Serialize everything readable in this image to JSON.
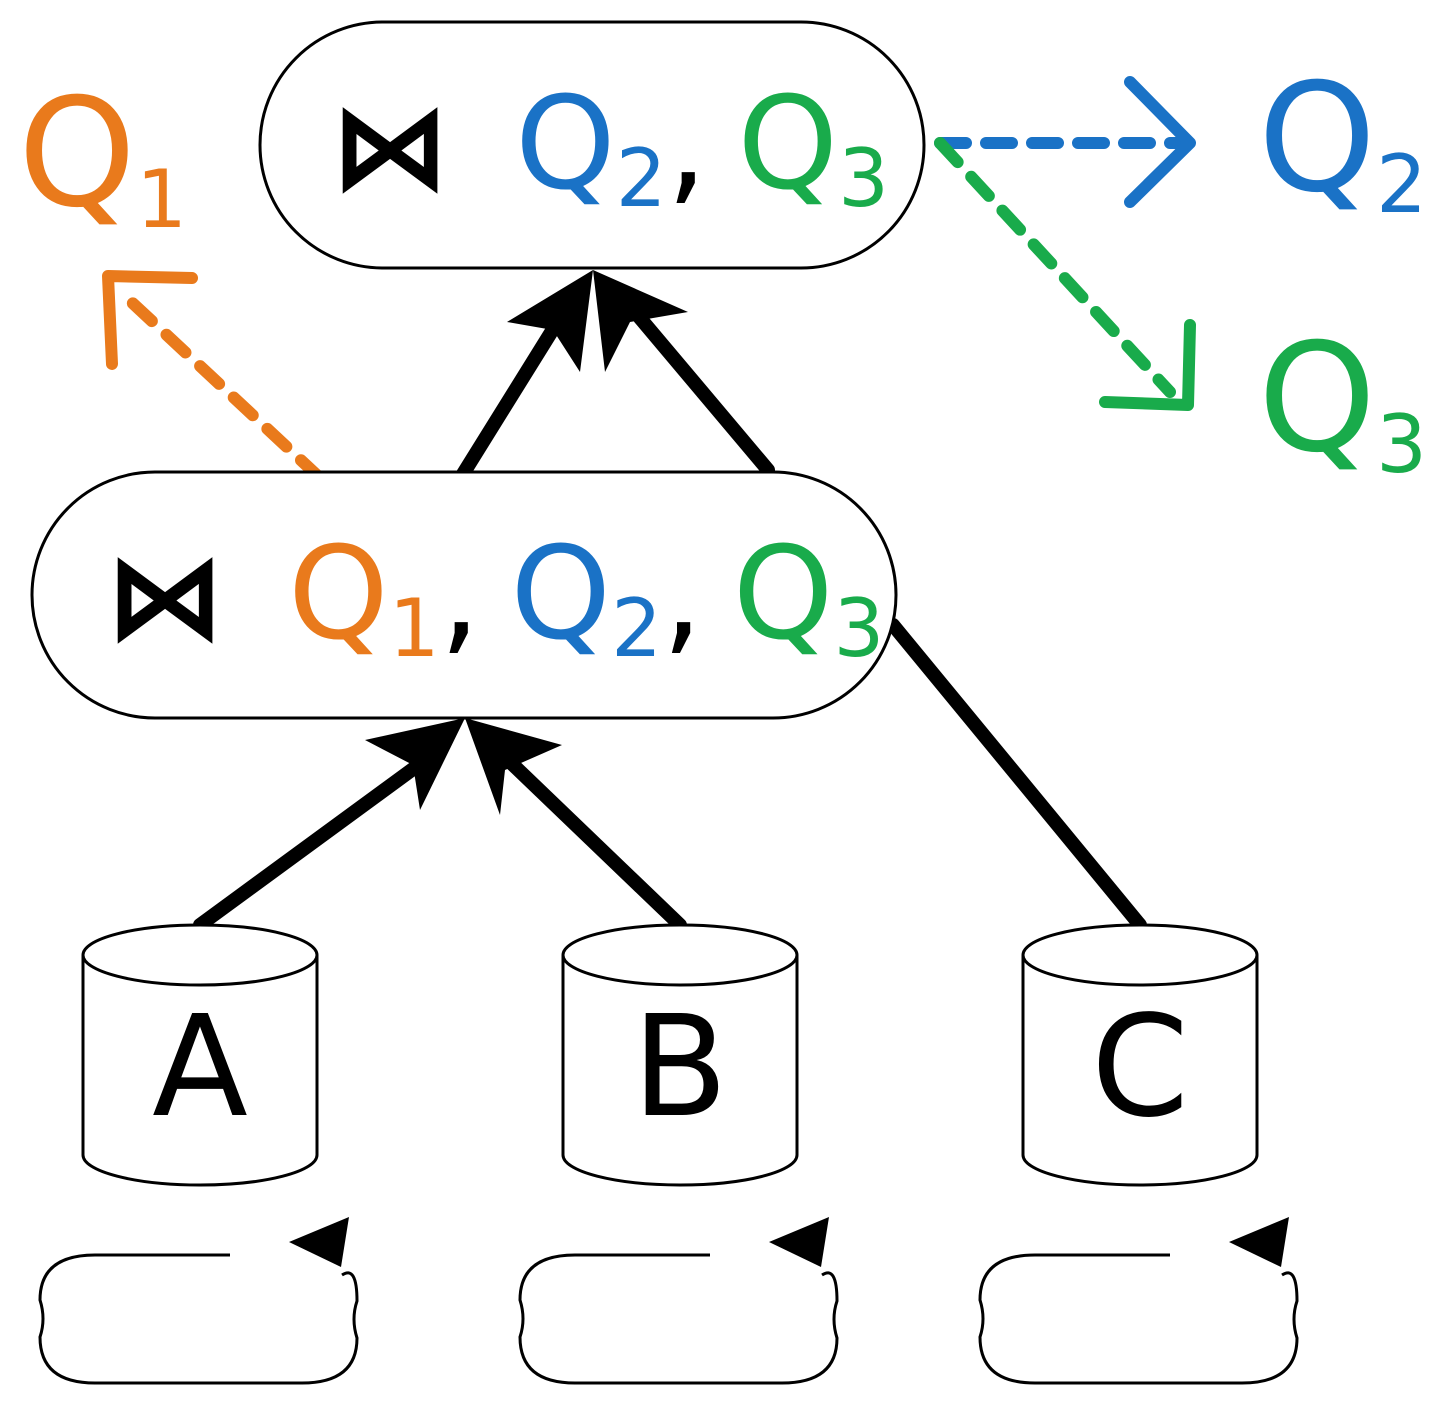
{
  "colors": {
    "q1": "#e97a1c",
    "q2": "#1a72c6",
    "q3": "#19ab4b",
    "stroke": "#000000"
  },
  "symbols": {
    "join": "⋈"
  },
  "top_node": {
    "queries": [
      {
        "letter": "Q",
        "sub": "2",
        "sep": ","
      },
      {
        "letter": "Q",
        "sub": "3",
        "sep": ""
      }
    ]
  },
  "mid_node": {
    "queries": [
      {
        "letter": "Q",
        "sub": "1",
        "sep": ","
      },
      {
        "letter": "Q",
        "sub": "2",
        "sep": ","
      },
      {
        "letter": "Q",
        "sub": "3",
        "sep": ""
      }
    ]
  },
  "outputs": {
    "q1": {
      "letter": "Q",
      "sub": "1"
    },
    "q2": {
      "letter": "Q",
      "sub": "2"
    },
    "q3": {
      "letter": "Q",
      "sub": "3"
    }
  },
  "tables": [
    "A",
    "B",
    "C"
  ]
}
